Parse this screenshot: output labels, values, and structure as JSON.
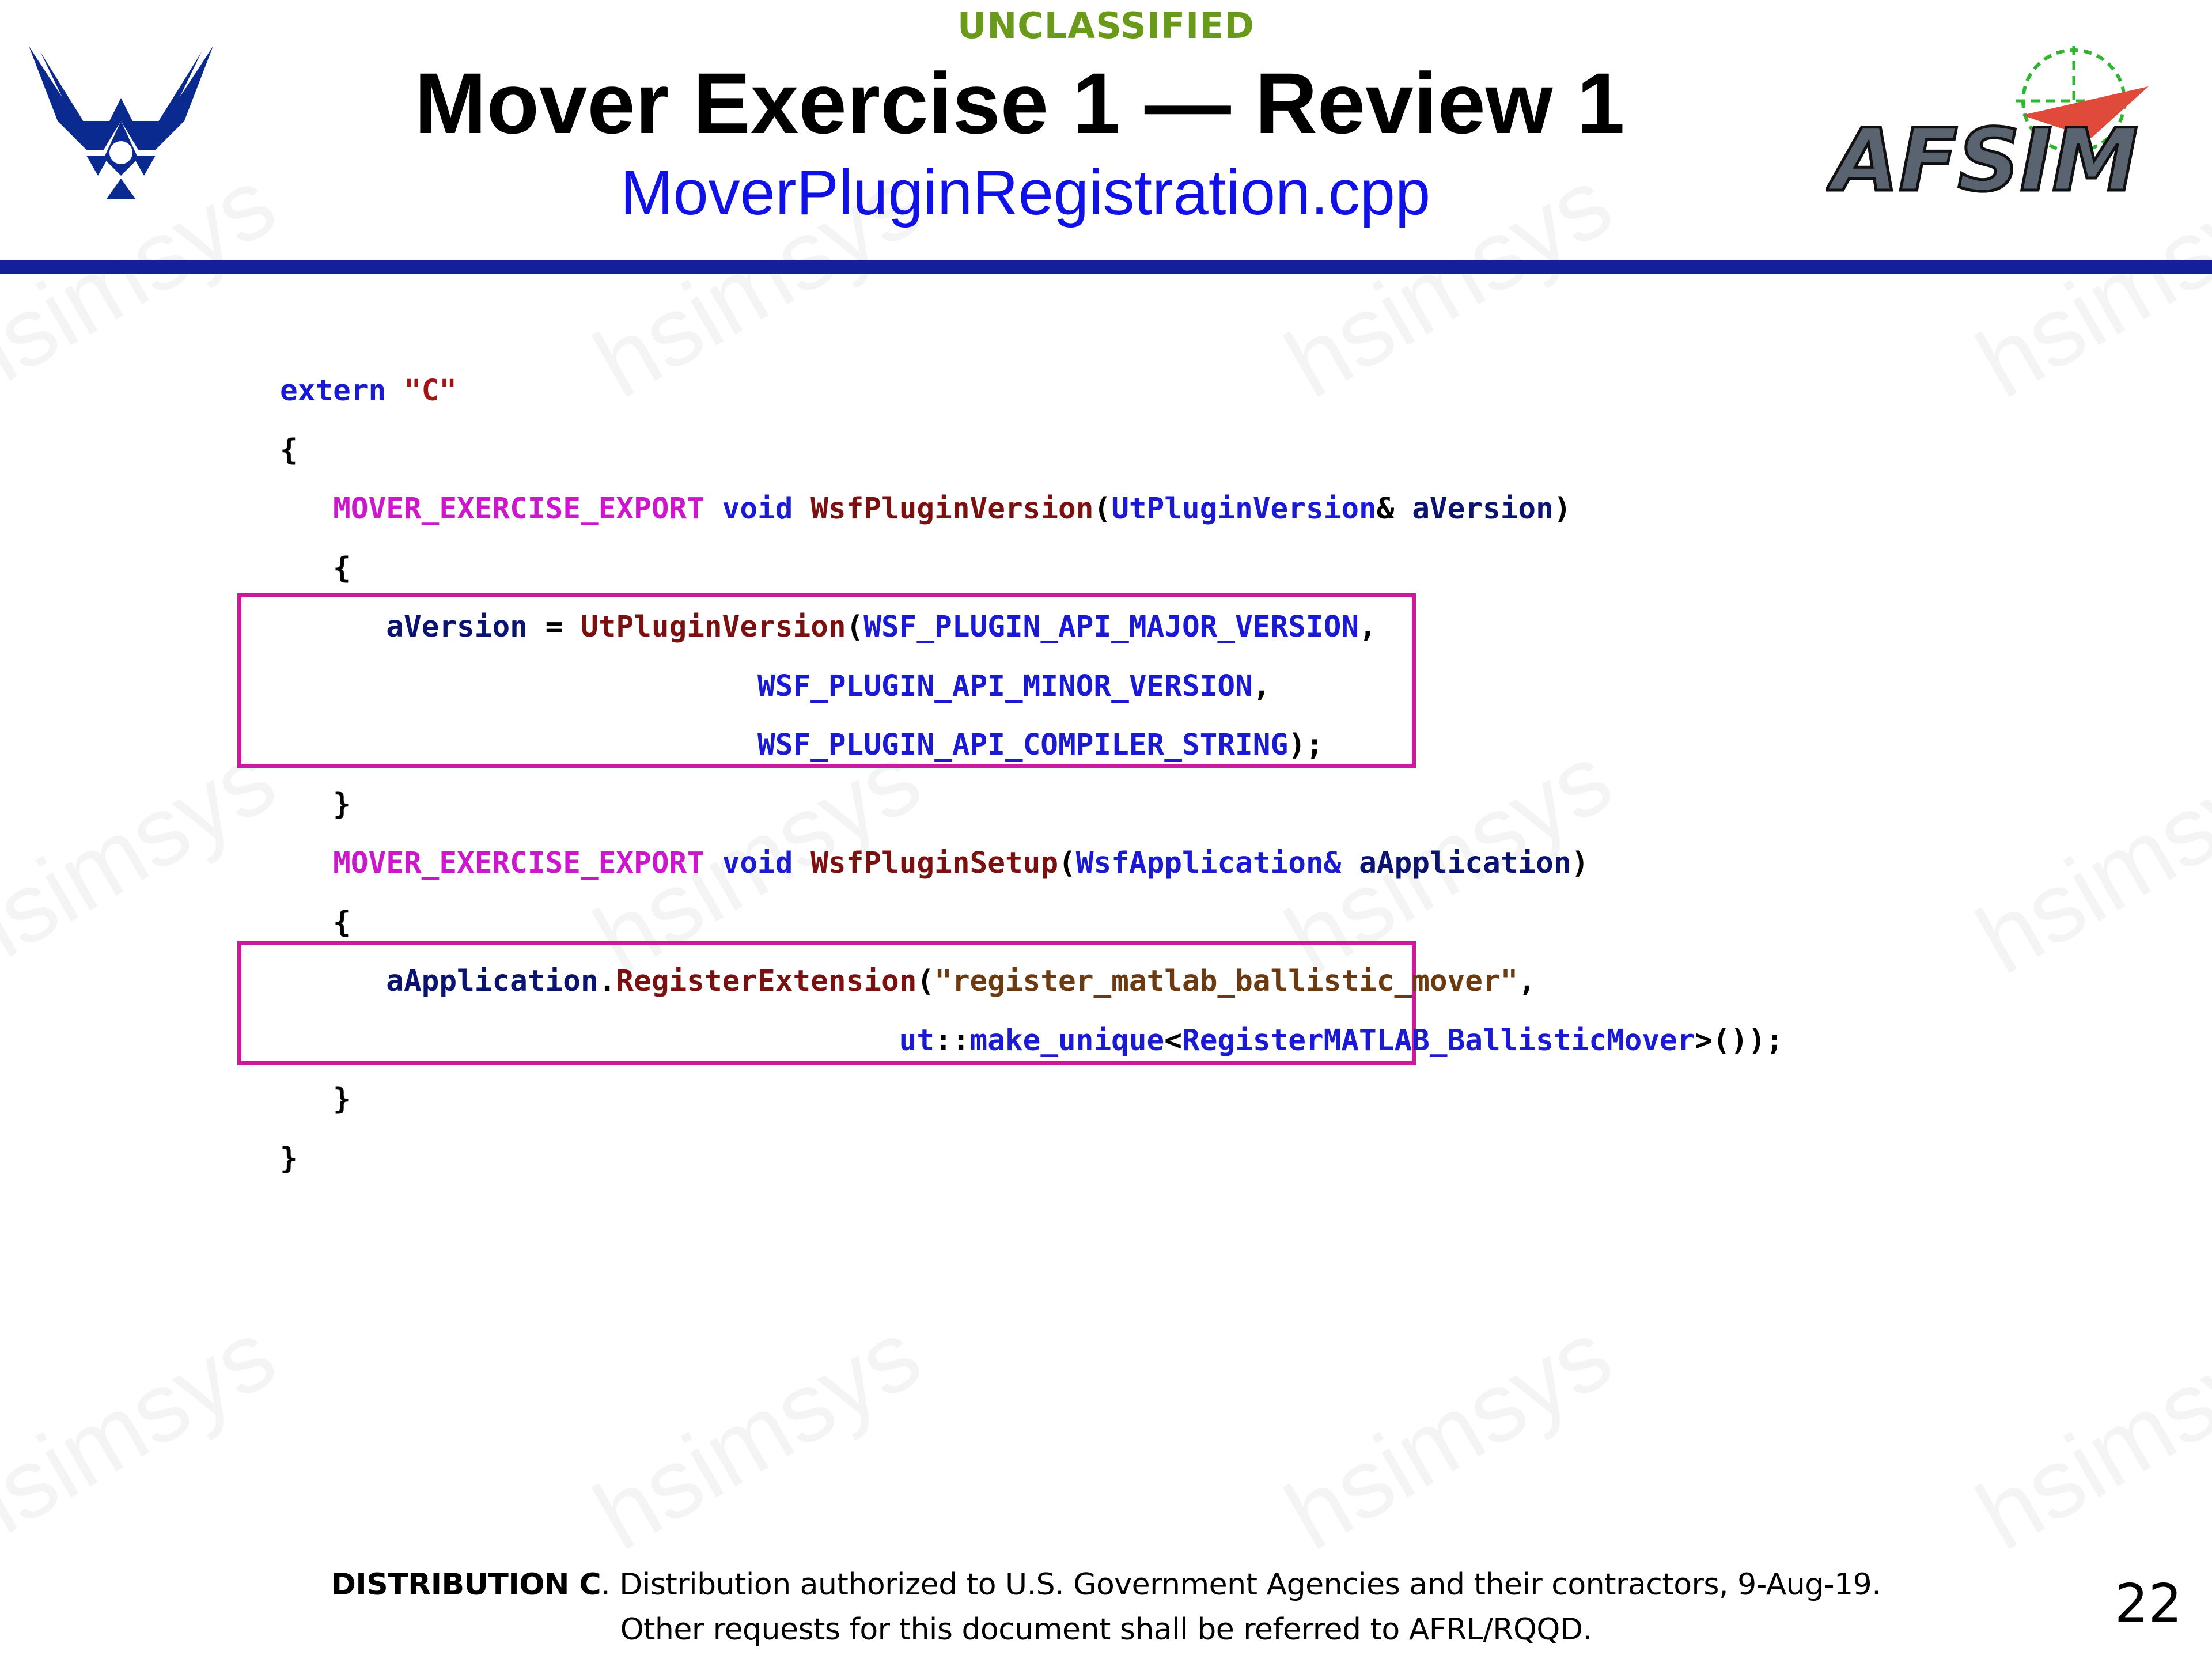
{
  "header": {
    "classification": "UNCLASSIFIED",
    "title": "Mover Exercise 1 — Review 1",
    "subtitle": "MoverPluginRegistration.cpp"
  },
  "logos": {
    "left": "us-air-force-logo-icon",
    "right": "afsim-logo-icon",
    "right_text": "AFSIM"
  },
  "watermark_text": "hsimsys",
  "colors": {
    "classification": "#6a9a1a",
    "subtitle": "#1010e8",
    "rule": "#14209a",
    "highlight_box": "#cc1a99",
    "kw_blue": "#1a1ad4",
    "string_red": "#a31515",
    "macro_magenta": "#cc17cc",
    "func_darkred": "#7a1010",
    "type_blue": "#1a1ad4",
    "param_navy": "#0a1470",
    "string_brown": "#6b3a10",
    "plain": "#000000"
  },
  "code": {
    "lines": [
      {
        "indent": "",
        "tokens": [
          {
            "t": "extern",
            "c": "kw"
          },
          {
            "t": " ",
            "c": "p"
          },
          {
            "t": "\"C\"",
            "c": "str"
          }
        ]
      },
      {
        "indent": "",
        "tokens": [
          {
            "t": "{",
            "c": "p"
          }
        ]
      },
      {
        "indent": "   ",
        "tokens": [
          {
            "t": "MOVER_EXERCISE_EXPORT",
            "c": "macro"
          },
          {
            "t": " ",
            "c": "p"
          },
          {
            "t": "void",
            "c": "kw"
          },
          {
            "t": " ",
            "c": "p"
          },
          {
            "t": "WsfPluginVersion",
            "c": "func"
          },
          {
            "t": "(",
            "c": "p"
          },
          {
            "t": "UtPluginVersion",
            "c": "type"
          },
          {
            "t": "& ",
            "c": "p"
          },
          {
            "t": "aVersion",
            "c": "param"
          },
          {
            "t": ")",
            "c": "p"
          }
        ]
      },
      {
        "indent": "   ",
        "tokens": [
          {
            "t": "{",
            "c": "p"
          }
        ]
      },
      {
        "indent": "      ",
        "tokens": [
          {
            "t": "aVersion",
            "c": "param"
          },
          {
            "t": " = ",
            "c": "p"
          },
          {
            "t": "UtPluginVersion",
            "c": "func"
          },
          {
            "t": "(",
            "c": "p"
          },
          {
            "t": "WSF_PLUGIN_API_MAJOR_VERSION",
            "c": "type"
          },
          {
            "t": ",",
            "c": "p"
          }
        ]
      },
      {
        "indent": "                           ",
        "tokens": [
          {
            "t": "WSF_PLUGIN_API_MINOR_VERSION",
            "c": "type"
          },
          {
            "t": ",",
            "c": "p"
          }
        ]
      },
      {
        "indent": "                           ",
        "tokens": [
          {
            "t": "WSF_PLUGIN_API_COMPILER_STRING",
            "c": "type"
          },
          {
            "t": ");",
            "c": "p"
          }
        ]
      },
      {
        "indent": "   ",
        "tokens": [
          {
            "t": "}",
            "c": "p"
          }
        ]
      },
      {
        "indent": "   ",
        "tokens": [
          {
            "t": "MOVER_EXERCISE_EXPORT",
            "c": "macro"
          },
          {
            "t": " ",
            "c": "p"
          },
          {
            "t": "void",
            "c": "kw"
          },
          {
            "t": " ",
            "c": "p"
          },
          {
            "t": "WsfPluginSetup",
            "c": "func"
          },
          {
            "t": "(",
            "c": "p"
          },
          {
            "t": "WsfApplication&",
            "c": "type"
          },
          {
            "t": " ",
            "c": "p"
          },
          {
            "t": "aApplication",
            "c": "param"
          },
          {
            "t": ")",
            "c": "p"
          }
        ]
      },
      {
        "indent": "   ",
        "tokens": [
          {
            "t": "{",
            "c": "p"
          }
        ]
      },
      {
        "indent": "      ",
        "tokens": [
          {
            "t": "aApplication",
            "c": "param"
          },
          {
            "t": ".",
            "c": "p"
          },
          {
            "t": "RegisterExtension",
            "c": "func"
          },
          {
            "t": "(",
            "c": "p"
          },
          {
            "t": "\"register_matlab_ballistic_mover\"",
            "c": "str2"
          },
          {
            "t": ",",
            "c": "p"
          }
        ]
      },
      {
        "indent": "                                   ",
        "tokens": [
          {
            "t": "ut",
            "c": "type"
          },
          {
            "t": "::",
            "c": "p"
          },
          {
            "t": "make_unique",
            "c": "type"
          },
          {
            "t": "<",
            "c": "p"
          },
          {
            "t": "RegisterMATLAB_BallisticMover",
            "c": "type"
          },
          {
            "t": ">());",
            "c": "p"
          }
        ]
      },
      {
        "indent": "   ",
        "tokens": [
          {
            "t": "}",
            "c": "p"
          }
        ]
      },
      {
        "indent": "",
        "tokens": [
          {
            "t": "}",
            "c": "p"
          }
        ]
      }
    ]
  },
  "footer": {
    "distribution_bold": "DISTRIBUTION C",
    "distribution_text": ". Distribution authorized to U.S. Government Agencies and their contractors, 9-Aug-19.",
    "line2": "Other requests for this document shall be referred to AFRL/RQQD.",
    "page_number": "22"
  }
}
